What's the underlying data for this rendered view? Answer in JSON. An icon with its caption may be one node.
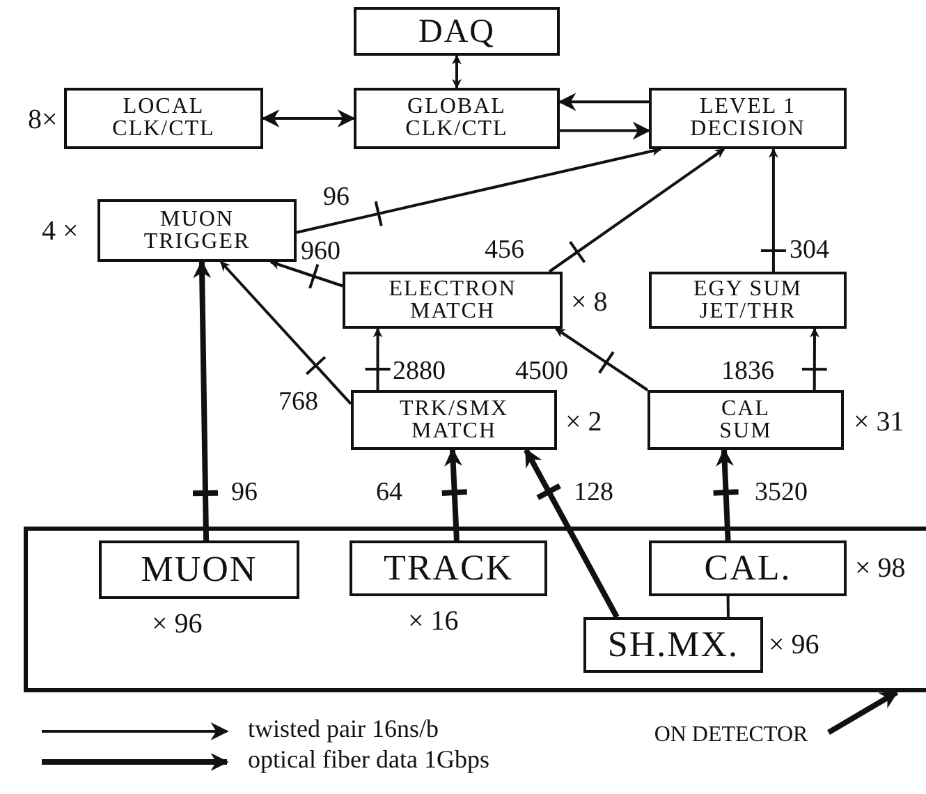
{
  "diagram": {
    "nodes": [
      {
        "text": [
          "DAQ"
        ]
      },
      {
        "text": [
          "LOCAL CLK/CTL"
        ],
        "beside": [
          "8×"
        ]
      },
      {
        "text": [
          "GLOBAL CLK/CTL"
        ]
      },
      {
        "text": [
          "LEVEL 1 DECISION"
        ]
      },
      {
        "text": [
          "MUON TRIGGER"
        ],
        "beside": [
          "4 ×"
        ]
      },
      {
        "text": [
          "ELECTRON MATCH"
        ],
        "beside": [
          "× 8"
        ]
      },
      {
        "text": [
          "EGY SUM JET/THR"
        ]
      },
      {
        "text": [
          "TRK/SMX MATCH"
        ],
        "beside": [
          "× 2"
        ]
      },
      {
        "text": [
          "CAL SUM"
        ],
        "beside": [
          "× 31"
        ]
      },
      {
        "text": [],
        "shape": "box"
      },
      {
        "text": [
          "MUON"
        ],
        "in": 9,
        "beside": [
          "× 96"
        ]
      },
      {
        "text": [
          "TRACK"
        ],
        "in": 9,
        "beside": [
          "× 16"
        ]
      },
      {
        "text": [
          "CAL."
        ],
        "in": 9,
        "beside": [
          "× 98"
        ]
      },
      {
        "text": [
          "SH.MX."
        ],
        "in": 9,
        "beside": [
          "× 96"
        ]
      },
      {
        "text": [
          "ON DETECTOR"
        ]
      }
    ],
    "edges": [
      {
        "from": 0,
        "to": 2,
        "arrow": "both"
      },
      {
        "from": 1,
        "to": 2,
        "arrow": "both"
      },
      {
        "from": 3,
        "to": 2,
        "arrow": "to"
      },
      {
        "from": 2,
        "to": 3,
        "arrow": "to"
      },
      {
        "from": 4,
        "to": 3,
        "arrow": "to",
        "label": "96"
      },
      {
        "from": 5,
        "to": 3,
        "arrow": "to",
        "label": "456"
      },
      {
        "from": 6,
        "to": 3,
        "arrow": "to",
        "label": "304"
      },
      {
        "from": 5,
        "to": 4,
        "arrow": "to",
        "label": "960"
      },
      {
        "from": 7,
        "to": 4,
        "arrow": "to",
        "label": "768"
      },
      {
        "from": 7,
        "to": 5,
        "arrow": "to",
        "label": "2880"
      },
      {
        "from": 8,
        "to": 5,
        "arrow": "to",
        "label": "4500"
      },
      {
        "from": 8,
        "to": 6,
        "arrow": "to",
        "label": "1836"
      },
      {
        "from": 10,
        "to": 4,
        "arrow": "to",
        "label": "96",
        "style": "thick"
      },
      {
        "from": 11,
        "to": 7,
        "arrow": "to",
        "label": "64",
        "style": "thick"
      },
      {
        "from": 13,
        "to": 7,
        "arrow": "to",
        "label": "128",
        "style": "thick"
      },
      {
        "from": 12,
        "to": 8,
        "arrow": "to",
        "label": "3520",
        "style": "thick"
      },
      {
        "from": 13,
        "to": 12,
        "arrow": "none"
      },
      {
        "from": 14,
        "to": 9,
        "arrow": "to",
        "style": "thick"
      }
    ],
    "legend": [
      {
        "text": "twisted pair 16ns/b"
      },
      {
        "text": "optical fiber data 1Gbps"
      }
    ]
  }
}
